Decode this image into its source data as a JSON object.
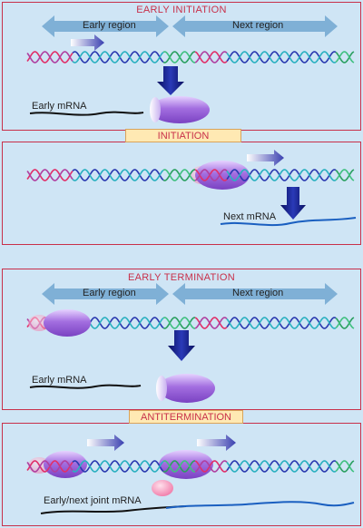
{
  "sections": {
    "early_initiation": {
      "title": "EARLY INITIATION",
      "early_region": "Early region",
      "next_region": "Next region",
      "mrna_label": "Early mRNA"
    },
    "initiation": {
      "title": "INITIATION",
      "mrna_label": "Next mRNA"
    },
    "early_termination": {
      "title": "EARLY TERMINATION",
      "early_region": "Early region",
      "next_region": "Next region",
      "mrna_label": "Early mRNA"
    },
    "antitermination": {
      "title": "ANTITERMINATION",
      "mrna_label": "Early/next joint mRNA"
    }
  },
  "colors": {
    "panel_border": "#c8304a",
    "label_bg": "#ffe9b3",
    "region_arrow": "#7fb0d6",
    "dna_promoter": "#e0306a",
    "dna_early": "#2a3ab0",
    "dna_terminator": "#2aa060",
    "dna_next": "#2ab0c0",
    "polymerase": "#a070d8",
    "down_arrow": "#1a237e",
    "early_mrna": "#111111",
    "next_mrna": "#1a5fc0",
    "pink_factor": "#f28ab0"
  }
}
